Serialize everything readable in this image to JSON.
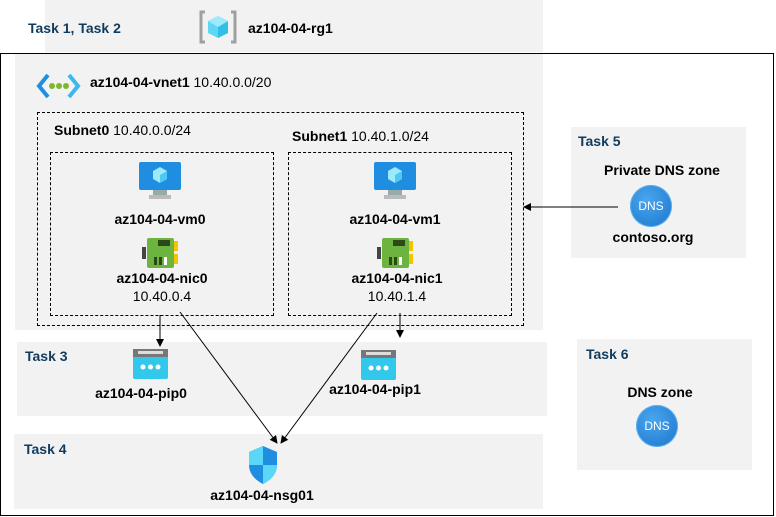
{
  "resource_group": {
    "task": "Task 1, Task 2",
    "name": "az104-04-rg1"
  },
  "vnet": {
    "name": "az104-04-vnet1",
    "cidr": "10.40.0.0/20"
  },
  "subnets": [
    {
      "name": "Subnet0",
      "cidr": "10.40.0.0/24",
      "vm": "az104-04-vm0",
      "nic": "az104-04-nic0",
      "ip": "10.40.0.4"
    },
    {
      "name": "Subnet1",
      "cidr": "10.40.1.0/24",
      "vm": "az104-04-vm1",
      "nic": "az104-04-nic1",
      "ip": "10.40.1.4"
    }
  ],
  "task3": {
    "task": "Task 3",
    "pips": [
      "az104-04-pip0",
      "az104-04-pip1"
    ]
  },
  "task4": {
    "task": "Task 4",
    "nsg": "az104-04-nsg01"
  },
  "task5": {
    "task": "Task 5",
    "title": "Private DNS zone",
    "icon_text": "DNS",
    "zone": "contoso.org"
  },
  "task6": {
    "task": "Task 6",
    "title": "DNS zone",
    "icon_text": "DNS"
  },
  "colors": {
    "panel": "#f2f2f2",
    "task_label": "#0f3b5f",
    "dns": "#1f7fd6"
  }
}
